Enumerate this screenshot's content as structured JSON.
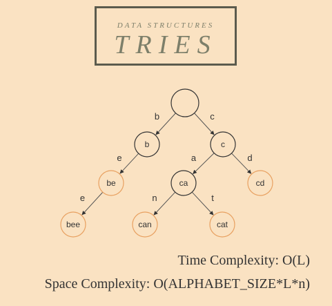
{
  "title": {
    "subtitle": "DATA STRUCTURES",
    "main": "TRIES"
  },
  "colors": {
    "background": "#fae2c2",
    "inner_node_stroke": "#333333",
    "leaf_node_stroke": "#e8a060",
    "text": "#333333"
  },
  "nodes": [
    {
      "id": "root",
      "label": "",
      "leaf": false
    },
    {
      "id": "b",
      "label": "b",
      "leaf": false
    },
    {
      "id": "c",
      "label": "c",
      "leaf": false
    },
    {
      "id": "be",
      "label": "be",
      "leaf": true
    },
    {
      "id": "ca",
      "label": "ca",
      "leaf": false
    },
    {
      "id": "cd",
      "label": "cd",
      "leaf": true
    },
    {
      "id": "bee",
      "label": "bee",
      "leaf": true
    },
    {
      "id": "can",
      "label": "can",
      "leaf": true
    },
    {
      "id": "cat",
      "label": "cat",
      "leaf": true
    }
  ],
  "edges": [
    {
      "from": "root",
      "to": "b",
      "label": "b"
    },
    {
      "from": "root",
      "to": "c",
      "label": "c"
    },
    {
      "from": "b",
      "to": "be",
      "label": "e"
    },
    {
      "from": "c",
      "to": "ca",
      "label": "a"
    },
    {
      "from": "c",
      "to": "cd",
      "label": "d"
    },
    {
      "from": "be",
      "to": "bee",
      "label": "e"
    },
    {
      "from": "ca",
      "to": "can",
      "label": "n"
    },
    {
      "from": "ca",
      "to": "cat",
      "label": "t"
    }
  ],
  "complexity": {
    "time": "Time Complexity: O(L)",
    "space": "Space Complexity: O(ALPHABET_SIZE*L*n)"
  }
}
